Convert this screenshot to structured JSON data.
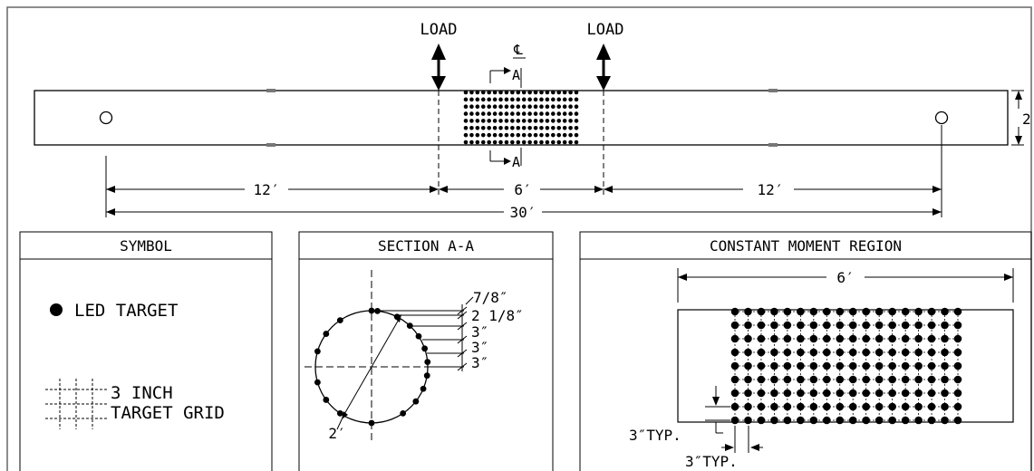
{
  "beam": {
    "load_left": "LOAD",
    "load_right": "LOAD",
    "centerline": "℄",
    "section_mark": "A",
    "height_label": "2′",
    "dims": {
      "left_span": "12′",
      "middle_span": "6′",
      "right_span": "12′",
      "total": "30′"
    }
  },
  "symbol_panel": {
    "title": "SYMBOL",
    "led_label": "LED TARGET",
    "grid_label_1": "3 INCH",
    "grid_label_2": "TARGET GRID"
  },
  "section_panel": {
    "title": "SECTION A-A",
    "diameter": "2′",
    "spacings": [
      "7/8″",
      "2 1/8″",
      "3″",
      "3″",
      "3″"
    ]
  },
  "moment_panel": {
    "title": "CONSTANT MOMENT REGION",
    "width": "6′",
    "vertical_spacing": "3″TYP.",
    "horizontal_spacing": "3″TYP."
  },
  "grid_counts": {
    "beam_cols": 20,
    "beam_rows": 8,
    "region_cols": 18,
    "region_rows": 9
  },
  "colors": {
    "line": "#000000",
    "border": "#666666",
    "background": "#ffffff"
  }
}
